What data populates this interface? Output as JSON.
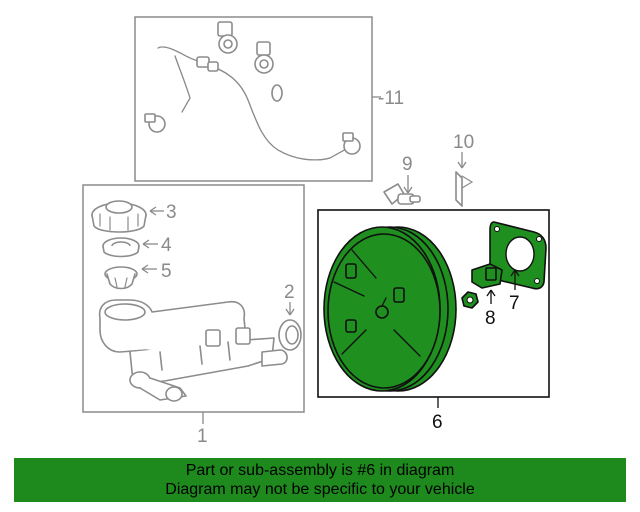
{
  "callouts": {
    "c1": "1",
    "c2": "2",
    "c3": "3",
    "c4": "4",
    "c5": "5",
    "c6": "6",
    "c7": "7",
    "c8": "8",
    "c9": "9",
    "c10": "10",
    "c11": "-11"
  },
  "highlighted_part": "6",
  "colors": {
    "highlight": "#1e8a1e",
    "banner": "#1e8a1e",
    "line": "#8c8c8c"
  },
  "banner": {
    "line1": "Part or sub-assembly is #6 in diagram",
    "line2": "Diagram may not be specific to your vehicle"
  }
}
